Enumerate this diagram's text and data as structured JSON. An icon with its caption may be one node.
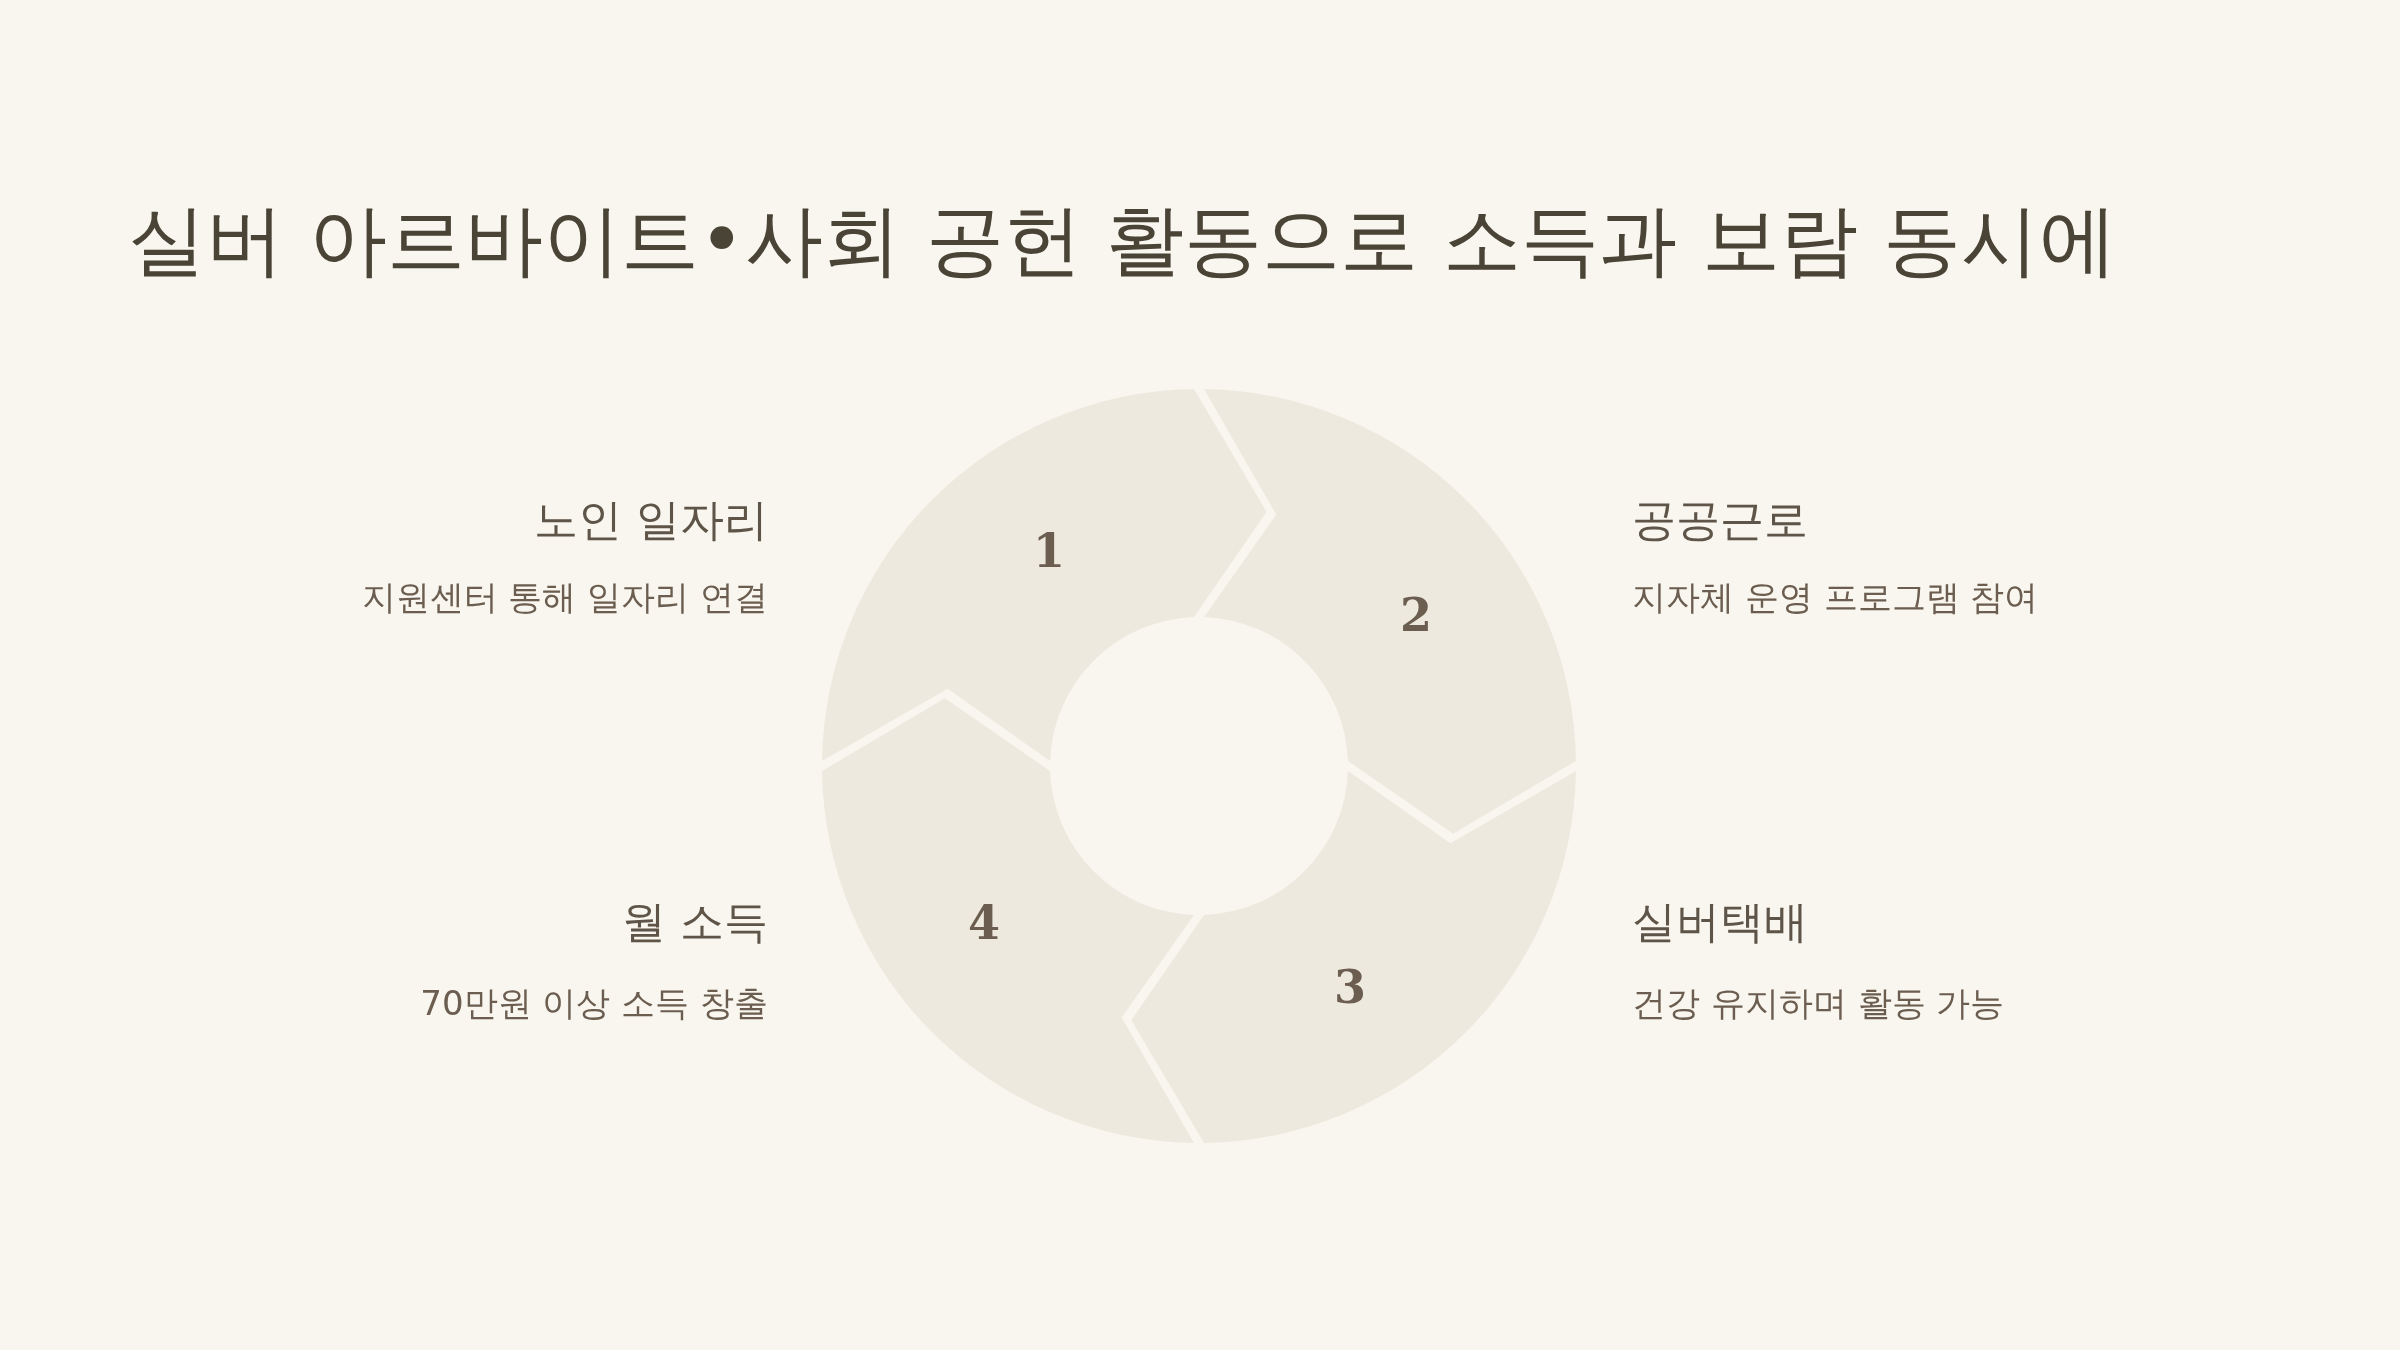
{
  "diagram": {
    "title": "실버 아르바이트•사회 공헌 활동으로 소득과 보람 동시에",
    "nodes": [
      {
        "text": [
          "1"
        ],
        "beside": [
          "노인 일자리",
          "지원센터 통해 일자리 연결"
        ]
      },
      {
        "text": [
          "2"
        ],
        "beside": [
          "공공근로",
          "지자체 운영 프로그램 참여"
        ]
      },
      {
        "text": [
          "3"
        ],
        "beside": [
          "실버택배",
          "건강 유지하며 활동 가능"
        ]
      },
      {
        "text": [
          "4"
        ],
        "beside": [
          "월 소득",
          "70만원 이상 소득 창출"
        ]
      }
    ]
  }
}
